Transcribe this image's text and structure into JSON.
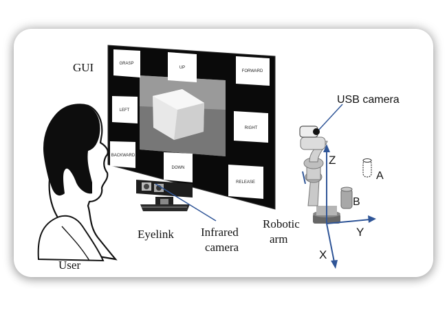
{
  "labels": {
    "gui": "GUI",
    "usb_camera": "USB camera",
    "eyelink": "Eyelink",
    "infrared_line1": "Infrared",
    "infrared_line2": "camera",
    "robotic_line1": "Robotic",
    "robotic_line2": "arm",
    "user": "User"
  },
  "gui_buttons": {
    "grasp": "GRASP",
    "up": "UP",
    "forward": "FORWARD",
    "left": "LEFT",
    "right": "RIGHT",
    "backward": "BACKWARD",
    "down": "DOWN",
    "release": "RELEASE"
  },
  "axes": {
    "z": "Z",
    "y": "Y",
    "x": "X"
  },
  "objects": {
    "a": "A",
    "b": "B"
  }
}
